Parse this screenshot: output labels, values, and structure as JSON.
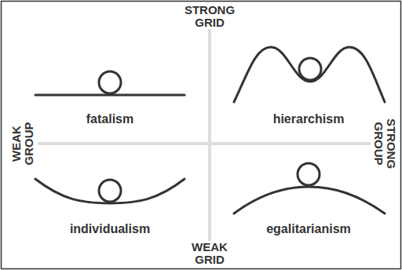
{
  "diagram": {
    "labels": [
      "STRONG GRID",
      "fatalism",
      "hierarchism",
      "WEAK GROUP",
      "STRONG GROUP",
      "individualism",
      "egalitarianism",
      "WEAK GRID"
    ]
  }
}
